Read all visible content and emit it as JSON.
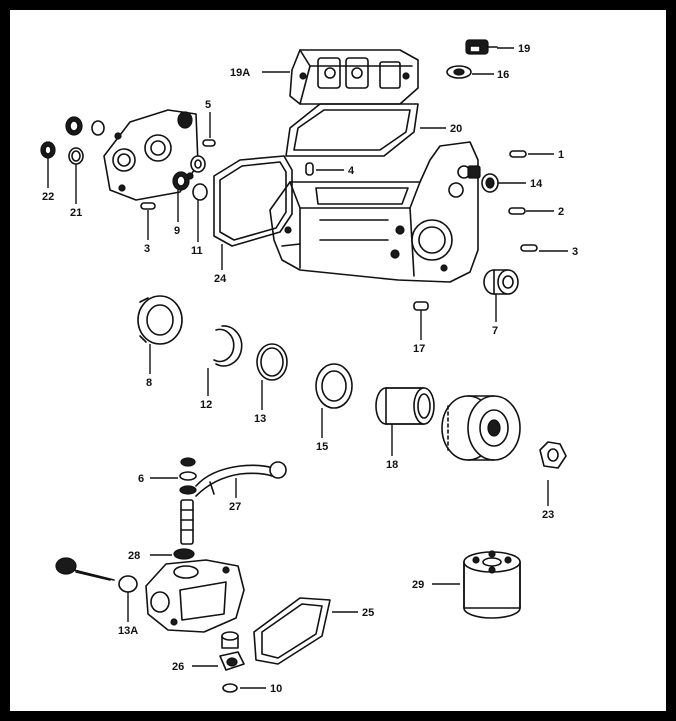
{
  "diagram": {
    "border_color": "#000000",
    "ink_color": "#111111",
    "callouts": {
      "c1": "1",
      "c2": "2",
      "c3a": "3",
      "c3b": "3",
      "c4": "4",
      "c5": "5",
      "c6": "6",
      "c7": "7",
      "c8": "8",
      "c9": "9",
      "c10": "10",
      "c11": "11",
      "c12": "12",
      "c13": "13",
      "c13a": "13A",
      "c14": "14",
      "c15": "15",
      "c16": "16",
      "c17": "17",
      "c18": "18",
      "c19": "19",
      "c19a": "19A",
      "c20": "20",
      "c21": "21",
      "c22": "22",
      "c23": "23",
      "c24": "24",
      "c25": "25",
      "c26": "26",
      "c27": "27",
      "c28": "28",
      "c29": "29"
    }
  }
}
